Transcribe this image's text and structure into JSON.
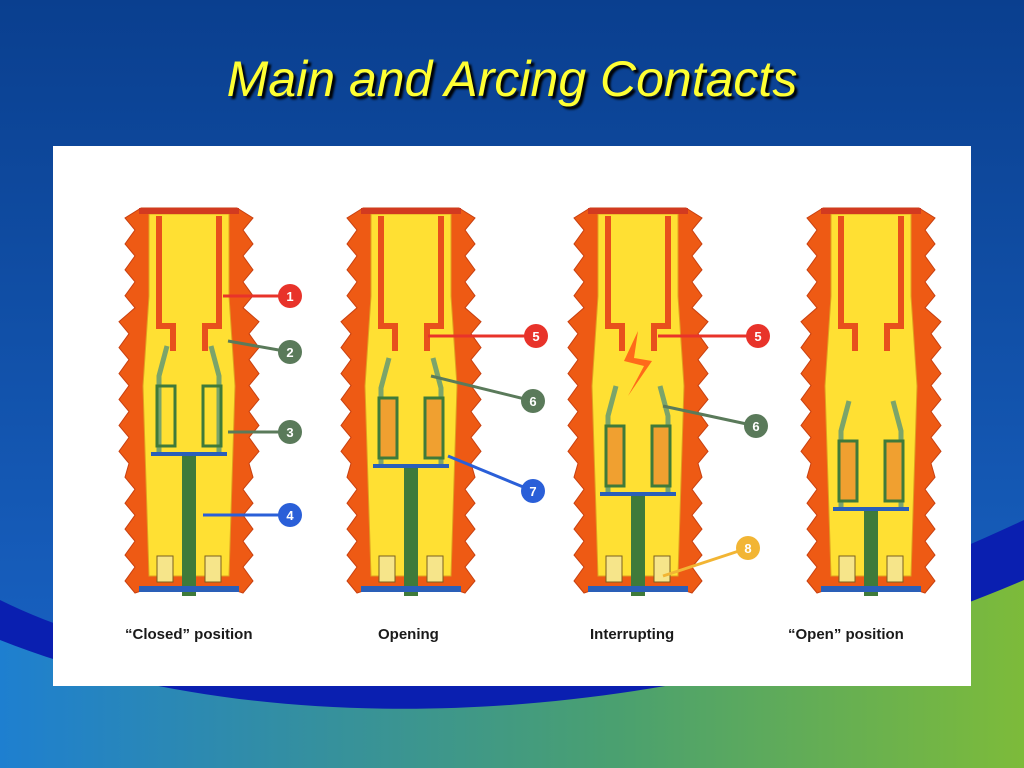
{
  "slide": {
    "title": "Main and Arcing Contacts",
    "colors": {
      "background": "#0b4fa0",
      "title": "#ffff33",
      "insulator": "#ee5a14",
      "gas": "#ffe033",
      "contact": "#e8501c",
      "nozzle": "#7ba46a",
      "rod": "#3f7a3a",
      "base": "#2a5fb8"
    }
  },
  "diagram": {
    "panels": [
      {
        "caption": "“Closed” position",
        "state": "closed"
      },
      {
        "caption": "Opening",
        "state": "opening"
      },
      {
        "caption": "Interrupting",
        "state": "interrupting"
      },
      {
        "caption": "“Open” position",
        "state": "open"
      }
    ],
    "callouts": [
      {
        "label": "1",
        "color": "#e8332a"
      },
      {
        "label": "2",
        "color": "#5a7a5a"
      },
      {
        "label": "3",
        "color": "#5a7a5a"
      },
      {
        "label": "4",
        "color": "#2a5fd8"
      },
      {
        "label": "5",
        "color": "#e8332a"
      },
      {
        "label": "6",
        "color": "#5a7a5a"
      },
      {
        "label": "7",
        "color": "#2a5fd8"
      },
      {
        "label": "5",
        "color": "#e8332a"
      },
      {
        "label": "6",
        "color": "#5a7a5a"
      },
      {
        "label": "8",
        "color": "#f2b534"
      }
    ]
  }
}
